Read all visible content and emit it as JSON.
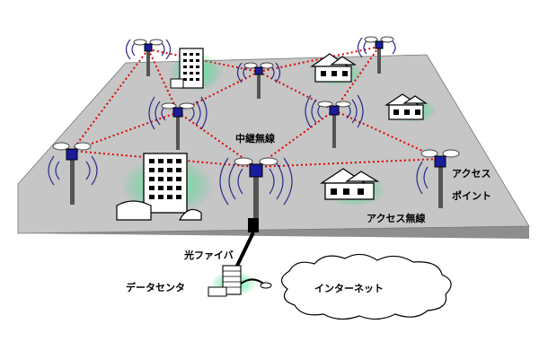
{
  "labels": {
    "relay": "中継無線",
    "access_point_line1": "アクセス",
    "access_point_line2": "ポイント",
    "access_radio": "アクセス無線",
    "fiber": "光ファイバ",
    "datacenter": "データセンタ",
    "internet": "インターネット"
  },
  "colors": {
    "ground": "#c8c8c8",
    "mesh_link": "#e00000",
    "node_box": "#1b1b9e",
    "pole": "#555555",
    "greenery": "#33dd88",
    "radio_wave": "#2a2a8a"
  }
}
